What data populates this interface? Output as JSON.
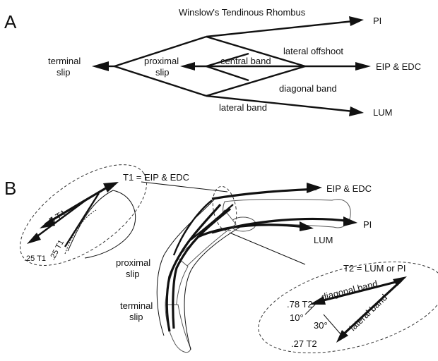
{
  "panel_a": {
    "letter": "A",
    "title": "Winslow's Tendinous Rhombus",
    "terminal_slip_1": "terminal",
    "terminal_slip_2": "slip",
    "proximal_slip_1": "proximal",
    "proximal_slip_2": "slip",
    "central_band": "central band",
    "lateral_offshoot": "lateral offshoot",
    "diagonal_band": "diagonal band",
    "lateral_band": "lateral band",
    "pi": "PI",
    "eip_edc": "EIP & EDC",
    "lum": "LUM"
  },
  "panel_b": {
    "letter": "B",
    "t1_label": "T1 = EIP & EDC",
    "half_t1": ".5 T1",
    "quarter_t1_a": ".25 T1",
    "quarter_t1_b": ".25 T1",
    "eip_edc": "EIP & EDC",
    "pi": "PI",
    "lum": "LUM",
    "proximal_slip_1": "proximal",
    "proximal_slip_2": "slip",
    "terminal_slip_1": "terminal",
    "terminal_slip_2": "slip",
    "t2_label": "T2 = LUM or PI",
    "diagonal_band": "diagonal band",
    "lateral_band": "lateral band",
    "v078": ".78 T2",
    "v027": ".27 T2",
    "angle10": "10°",
    "angle30": "30°"
  }
}
